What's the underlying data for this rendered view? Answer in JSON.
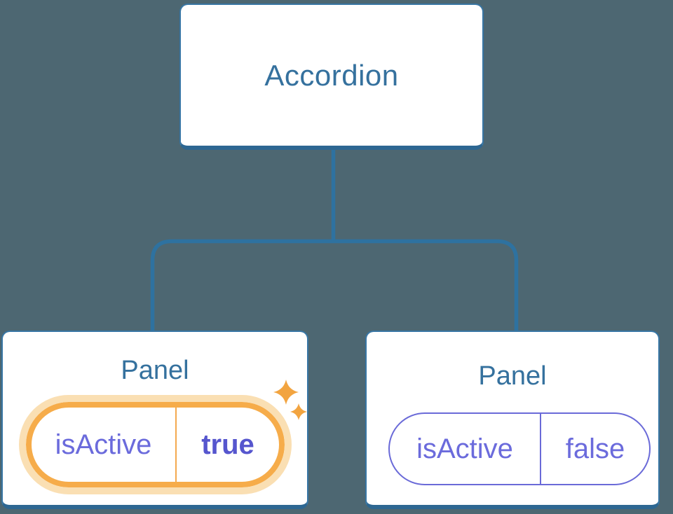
{
  "tree": {
    "root": {
      "label": "Accordion"
    },
    "children": [
      {
        "label": "Panel",
        "state": {
          "key": "isActive",
          "value": "true"
        },
        "highlighted": true,
        "icon": "sparkles-icon"
      },
      {
        "label": "Panel",
        "state": {
          "key": "isActive",
          "value": "false"
        },
        "highlighted": false
      }
    ]
  },
  "colors": {
    "background": "#4D6772",
    "card_fill": "#FFFFFF",
    "card_border": "#3876A4",
    "card_border_bottom": "#2D6792",
    "connector": "#2E72A0",
    "node_text": "#35719E",
    "state_text": "#6B6BDC",
    "state_value_active_text": "#5656CE",
    "highlight_ring": "#F6AC4A",
    "highlight_glow": "#FADFB3",
    "sparkle": "#F2A440",
    "inactive_pill_border": "#6A6AD8"
  }
}
